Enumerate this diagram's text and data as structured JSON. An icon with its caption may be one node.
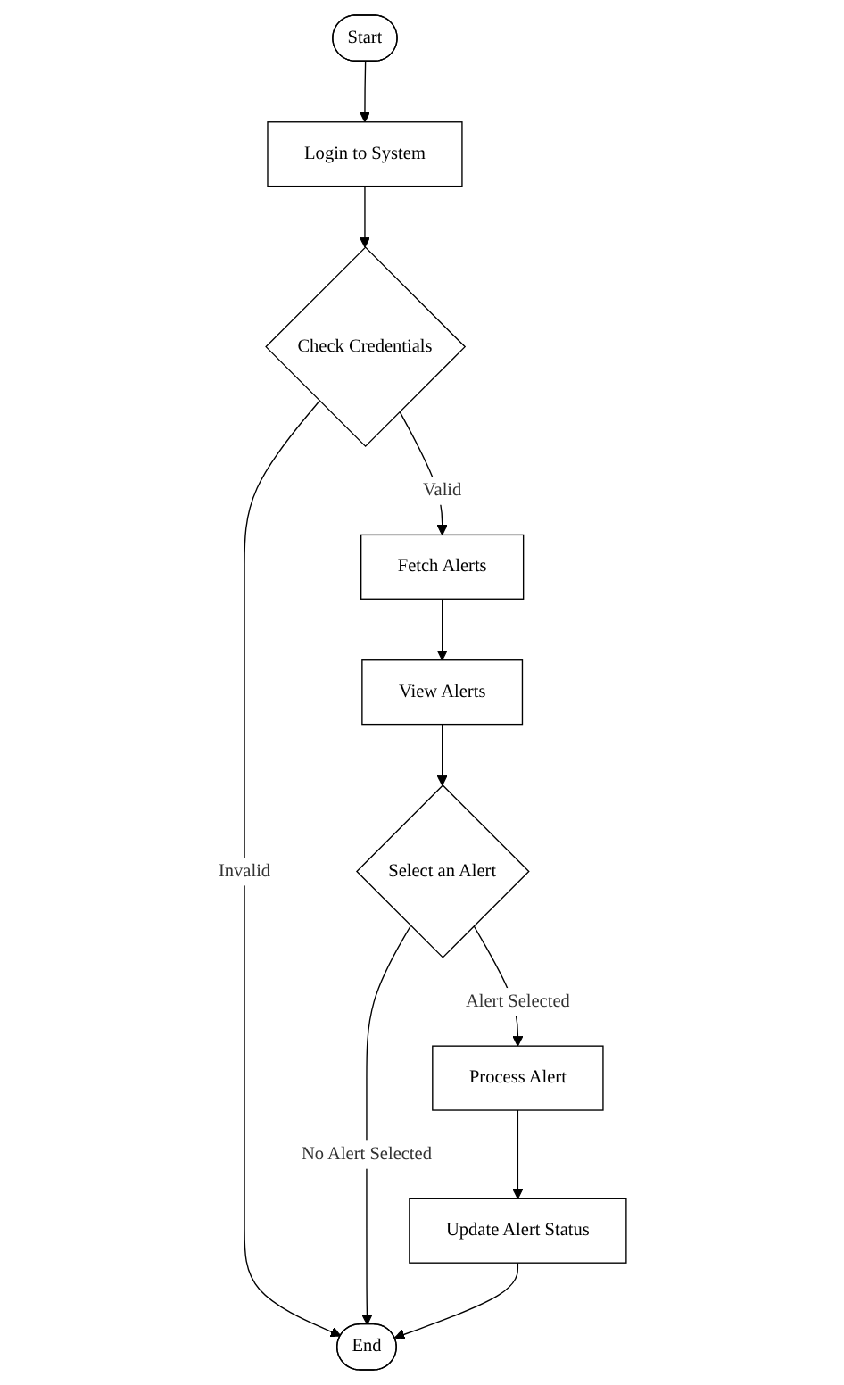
{
  "diagram": {
    "nodes": [
      {
        "text": [
          "Start"
        ]
      },
      {
        "text": [
          "Login to System"
        ]
      },
      {
        "text": [
          "Check Credentials"
        ]
      },
      {
        "text": [
          "Fetch Alerts"
        ]
      },
      {
        "text": [
          "View Alerts"
        ]
      },
      {
        "text": [
          "Select an Alert"
        ]
      },
      {
        "text": [
          "Process Alert"
        ]
      },
      {
        "text": [
          "Update Alert Status"
        ]
      },
      {
        "text": [
          "End"
        ]
      }
    ],
    "edges": [
      {
        "from": 0,
        "to": 1,
        "arrow": "to"
      },
      {
        "from": 1,
        "to": 2,
        "arrow": "to"
      },
      {
        "from": 2,
        "to": 3,
        "arrow": "to",
        "label": "Valid"
      },
      {
        "from": 2,
        "to": 8,
        "arrow": "to",
        "label": "Invalid"
      },
      {
        "from": 3,
        "to": 4,
        "arrow": "to"
      },
      {
        "from": 4,
        "to": 5,
        "arrow": "to"
      },
      {
        "from": 5,
        "to": 6,
        "arrow": "to",
        "label": "Alert Selected"
      },
      {
        "from": 5,
        "to": 8,
        "arrow": "to",
        "label": "No Alert Selected"
      },
      {
        "from": 6,
        "to": 7,
        "arrow": "to"
      },
      {
        "from": 7,
        "to": 8,
        "arrow": "to"
      }
    ]
  }
}
